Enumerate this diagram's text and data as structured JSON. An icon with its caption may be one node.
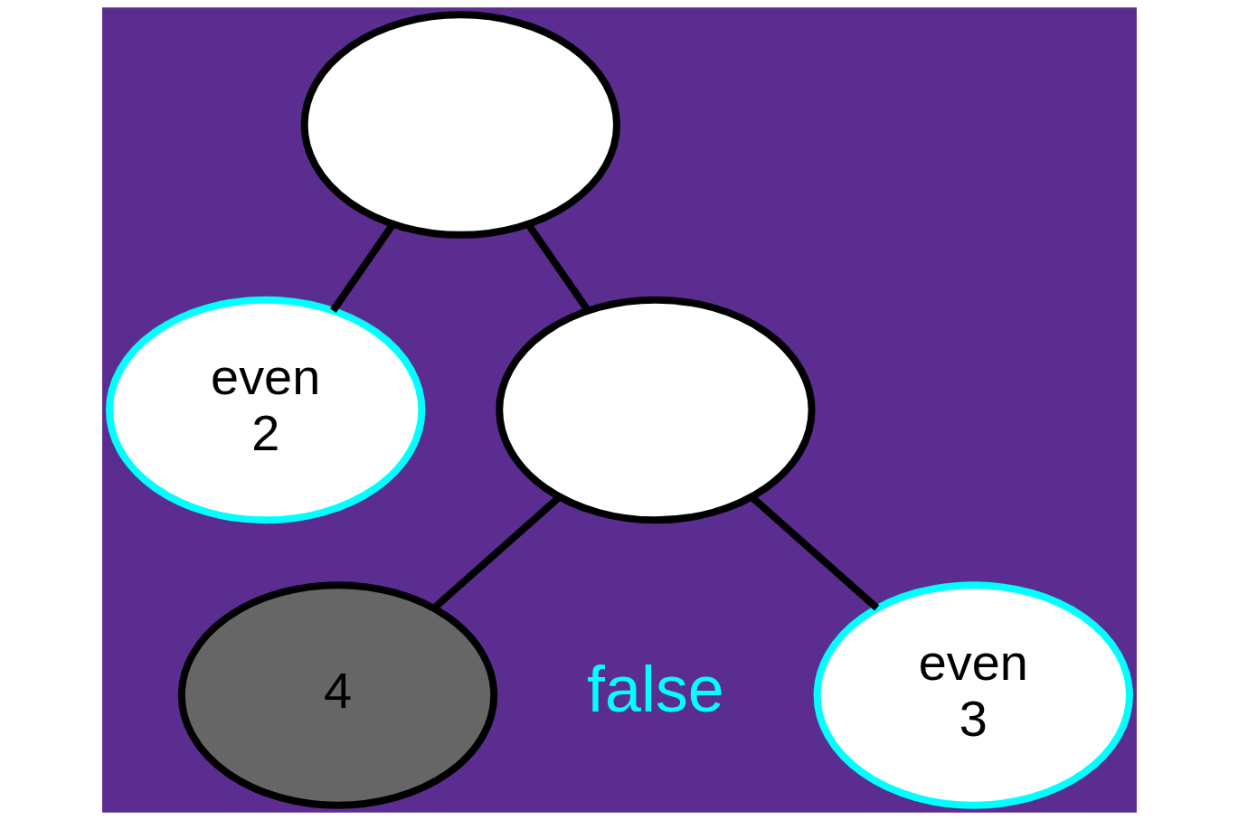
{
  "diagram": {
    "nodes": [
      {
        "text": [],
        "shape": "ellipse"
      },
      {
        "text": [
          "even",
          "2"
        ]
      },
      {
        "text": [],
        "shape": "ellipse"
      },
      {
        "text": [
          "even",
          "3"
        ]
      },
      {
        "text": [
          "4"
        ]
      }
    ],
    "edges": [
      {
        "from": 0,
        "to": 1,
        "arrow": "none"
      },
      {
        "from": 0,
        "to": 2,
        "arrow": "none"
      },
      {
        "from": 2,
        "to": 3,
        "arrow": "none"
      },
      {
        "from": 2,
        "to": 4,
        "arrow": "none"
      }
    ],
    "labels": [
      "false"
    ]
  }
}
